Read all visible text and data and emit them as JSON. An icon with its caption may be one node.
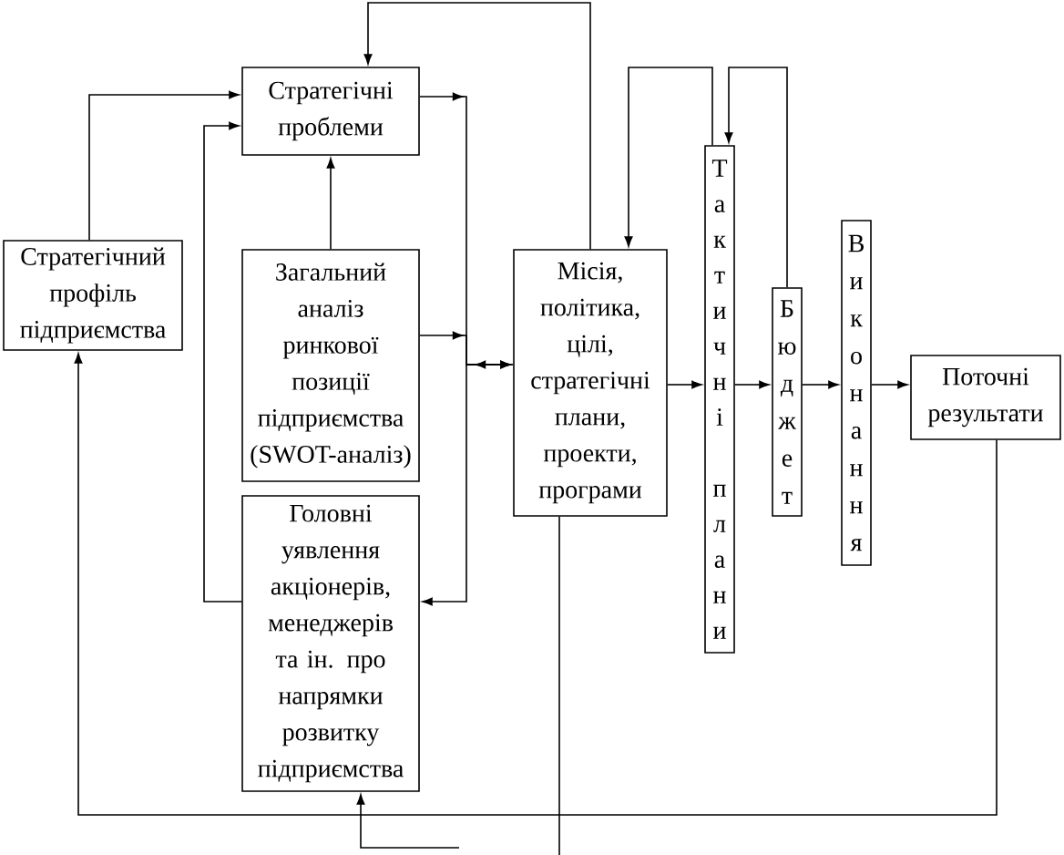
{
  "diagram": {
    "nodes": [
      {
        "text": [
          "Стратегічні проблеми"
        ]
      },
      {
        "text": [
          "Стратегічний профіль підприємства"
        ]
      },
      {
        "text": [
          "Загальний аналіз ринкової позиції підприємства (SWOT-аналіз)"
        ]
      },
      {
        "text": [
          "Головні уявлення акціонерів, менеджерів та ін. про напрямки розвитку підприємства"
        ]
      },
      {
        "text": [
          "Місія, політика, цілі, стратегічні плани, проекти, програми"
        ]
      },
      {
        "text": [
          "Тактичні плани"
        ]
      },
      {
        "text": [
          "Бюджет"
        ]
      },
      {
        "text": [
          "Виконання"
        ]
      },
      {
        "text": [
          "Поточні результати"
        ]
      }
    ],
    "edges": [
      {
        "from": 1,
        "to": 0,
        "arrow": "to"
      },
      {
        "from": 3,
        "to": 0,
        "arrow": "to"
      },
      {
        "from": 2,
        "to": 0,
        "arrow": "to"
      },
      {
        "from": 0,
        "to": 4,
        "arrow": "to"
      },
      {
        "from": 2,
        "to": 4,
        "arrow": "to"
      },
      {
        "from": 4,
        "to": 3,
        "arrow": "to"
      },
      {
        "from": 4,
        "to": 0,
        "arrow": "to"
      },
      {
        "from": 5,
        "to": 4,
        "arrow": "to"
      },
      {
        "from": 6,
        "to": 5,
        "arrow": "to"
      },
      {
        "from": 4,
        "to": 5,
        "arrow": "to"
      },
      {
        "from": 5,
        "to": 6,
        "arrow": "to"
      },
      {
        "from": 6,
        "to": 7,
        "arrow": "to"
      },
      {
        "from": 7,
        "to": 8,
        "arrow": "to"
      },
      {
        "from": 8,
        "to": 1,
        "arrow": "to"
      },
      {
        "from": 4,
        "to": null,
        "arrow": "none"
      },
      {
        "from": null,
        "to": 3,
        "arrow": "to"
      }
    ]
  }
}
